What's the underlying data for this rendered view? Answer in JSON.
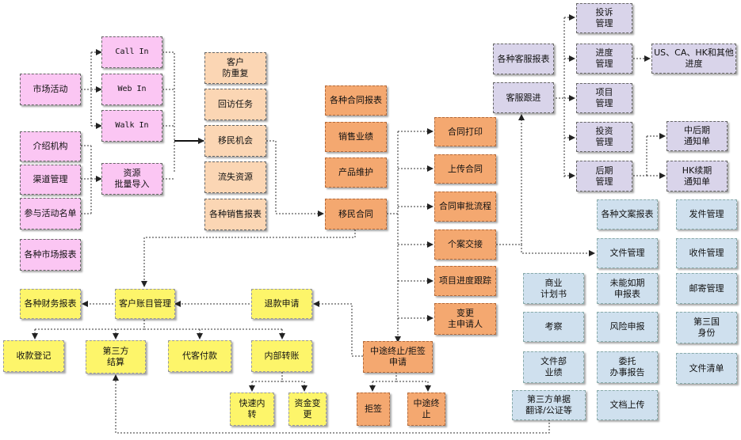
{
  "nodes": {
    "shichang_huodong": "市场活动",
    "jieshao_jigou": "介绍机构",
    "qudao_guanli": "渠道管理",
    "canyu_huodong": "参与活动名单",
    "shichang_baobiao": "各种市场报表",
    "call_in": "Call In",
    "web_in": "Web In",
    "walk_in": "Walk In",
    "ziyuan_daoru": "资源\n批量导入",
    "kehu_fangchongfu": "客户\n防重复",
    "huifang_renwu": "回访任务",
    "yimin_jihui": "移民机会",
    "liushi_ziyuan": "流失资源",
    "xiaoshou_baobiao": "各种销售报表",
    "hetong_baobiao": "各种合同报表",
    "xiaoshou_yeji": "销售业绩",
    "chanpin_weihu": "产品维护",
    "yimin_hetong": "移民合同",
    "hetong_dayin": "合同打印",
    "shangchuan_hetong": "上传合同",
    "hetong_shenpi": "合同审批流程",
    "gean_jiaojie": "个案交接",
    "xiangmu_genzong": "项目进度跟踪",
    "biangeng": "变更\n主申请人",
    "zhongtu_zhongzhi": "中途终止/拒签\n申请",
    "juqian": "拒签",
    "zhongtu": "中途终\n止",
    "kefu_baobiao": "各种客服报表",
    "kefu_genjin": "客服跟进",
    "tousu": "投诉\n管理",
    "jindu": "进度\n管理",
    "xiangmu": "项目\n管理",
    "touzi": "投资\n管理",
    "houqi": "后期\n管理",
    "us_ca_hk": "US、CA、HK和其他\n进度",
    "zhonghouqi": "中后期\n通知单",
    "hk_xuqi": "HK续期\n通知单",
    "wenan_baobiao": "各种文案报表",
    "wenjian_guanli": "文件管理",
    "fajian_guanli": "发件管理",
    "shoujian_guanli": "收件管理",
    "shangye_jihua": "商业\n计划书",
    "weineng_shenbao": "未能如期\n申报表",
    "youji_guanli": "邮寄管理",
    "kaocha": "考察",
    "fengxian_shenbao": "风险申报",
    "disanguo": "第三国\n身份",
    "wenjianbu_yeji": "文件部\n业绩",
    "weituo_baogao": "委托\n办事报告",
    "wenjian_qingdan": "文件清单",
    "disanfang_danju": "第三方单据\n翻译/公证等",
    "wendang_shangchuan": "文档上传",
    "caiwu_baobiao": "各种财务报表",
    "kehu_zhangmu": "客户账目管理",
    "tuikuan": "退款申请",
    "shoukuan": "收款登记",
    "disanfang_jiesuan": "第三方\n结算",
    "daike_fukuan": "代客付款",
    "neibu_zhuanzhang": "内部转账",
    "kuaisu_nei": "快速内\n转",
    "zijin_biangeng": "资金变\n更"
  },
  "colors": {
    "marketing": "#fbc6f3",
    "sales": "#fbd6b4",
    "contract": "#f4a870",
    "service": "#d9d4ea",
    "document": "#cfe0ee",
    "finance": "#fdf56a"
  }
}
